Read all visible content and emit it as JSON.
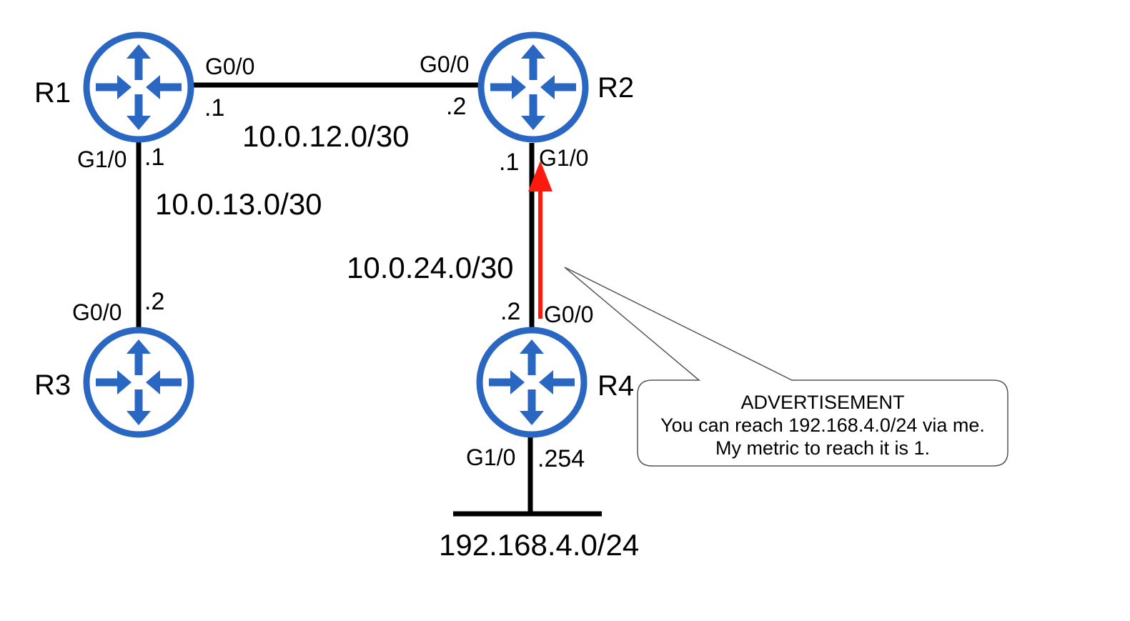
{
  "colors": {
    "router": "#2a67c3",
    "link": "#000000",
    "advertisement_arrow": "#ff1a0d",
    "background": "#ffffff"
  },
  "routers": [
    {
      "name": "R1",
      "icon": "router-icon"
    },
    {
      "name": "R2",
      "icon": "router-icon"
    },
    {
      "name": "R3",
      "icon": "router-icon"
    },
    {
      "name": "R4",
      "icon": "router-icon"
    }
  ],
  "links": {
    "r1_r2": {
      "network": "10.0.12.0/30",
      "r1_iface": "G0/0",
      "r1_host": ".1",
      "r2_iface": "G0/0",
      "r2_host": ".2"
    },
    "r1_r3": {
      "network": "10.0.13.0/30",
      "r1_iface": "G1/0",
      "r1_host": ".1",
      "r3_iface": "G0/0",
      "r3_host": ".2"
    },
    "r2_r4": {
      "network": "10.0.24.0/30",
      "r2_iface": "G1/0",
      "r2_host": ".1",
      "r4_iface": "G0/0",
      "r4_host": ".2"
    },
    "r4_lan": {
      "network": "192.168.4.0/24",
      "r4_iface": "G1/0",
      "r4_host": ".254"
    }
  },
  "advertisement": {
    "title": "ADVERTISEMENT",
    "line1": "You can reach 192.168.4.0/24 via me.",
    "line2": "My metric to reach it is 1."
  }
}
